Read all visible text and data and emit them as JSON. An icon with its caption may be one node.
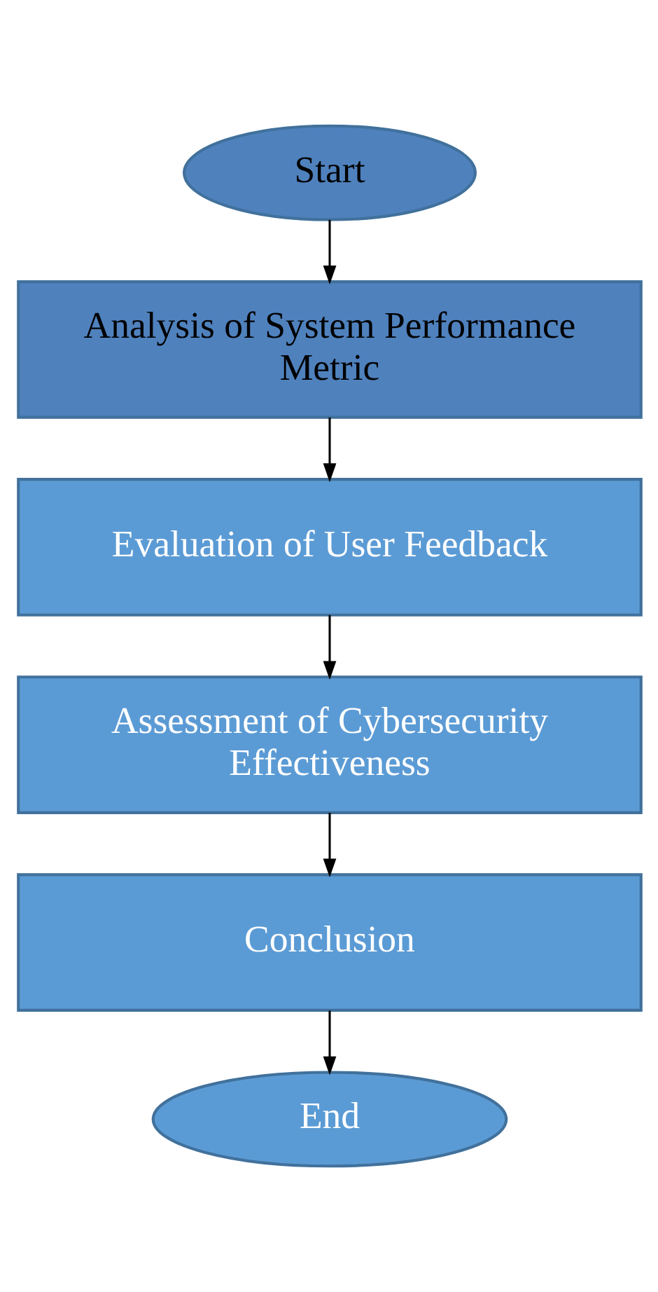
{
  "diagram": {
    "nodes": [
      {
        "text": [
          "Start"
        ]
      },
      {
        "text": [
          "Analysis of System Performance Metric"
        ]
      },
      {
        "text": [
          "Evaluation of User Feedback"
        ]
      },
      {
        "text": [
          "Assessment of Cybersecurity Effectiveness"
        ]
      },
      {
        "text": [
          "Conclusion"
        ]
      },
      {
        "text": [
          "End"
        ]
      }
    ],
    "edges": [
      {
        "from": 0,
        "to": 1,
        "arrow": "to"
      },
      {
        "from": 1,
        "to": 2,
        "arrow": "to"
      },
      {
        "from": 2,
        "to": 3,
        "arrow": "to"
      },
      {
        "from": 3,
        "to": 4,
        "arrow": "to"
      },
      {
        "from": 4,
        "to": 5,
        "arrow": "to"
      }
    ]
  }
}
